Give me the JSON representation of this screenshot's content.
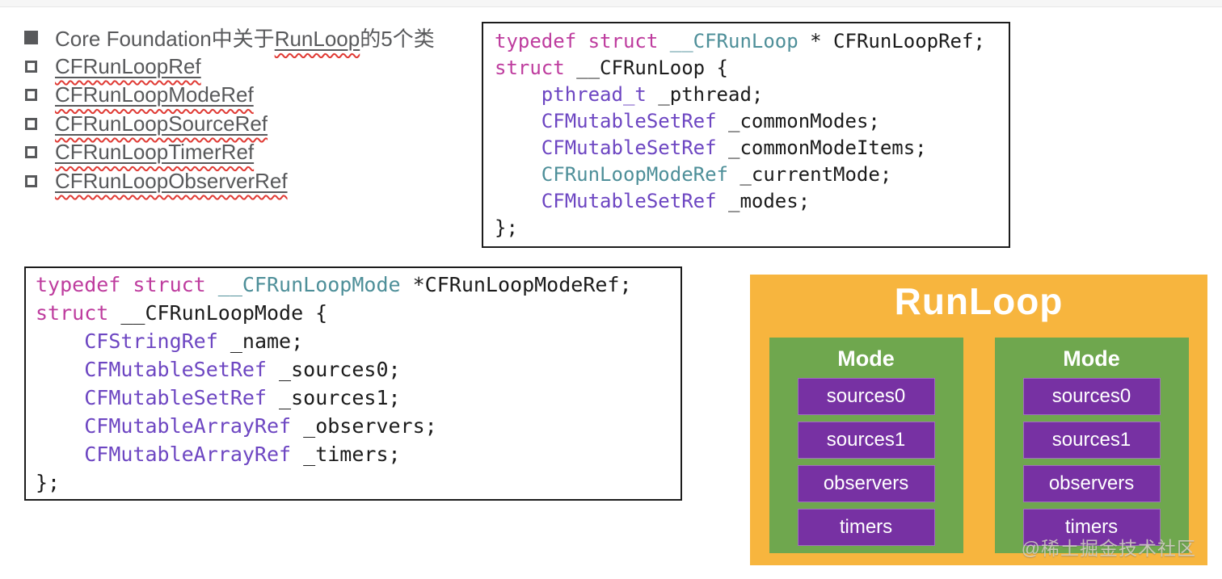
{
  "colors": {
    "text_gray": "#58595B",
    "underline_red": "#E03A34",
    "code_keyword_magenta": "#BE3C9E",
    "code_type_teal": "#4E8F99",
    "code_type_purple": "#6D46C2",
    "code_plain": "#1B1B1B",
    "diagram_orange": "#F7B53E",
    "diagram_green": "#6FA74E",
    "diagram_purple": "#7731A3",
    "diagram_text": "#FFFFFF",
    "watermark_gray": "rgba(214,209,200,0.85)"
  },
  "bullet_list": {
    "title": {
      "segments": [
        {
          "text": "Core Foundation中关于",
          "style": "plain"
        },
        {
          "text": "RunLoop",
          "style": "link-misspelled"
        },
        {
          "text": "的5个类",
          "style": "plain"
        }
      ]
    },
    "items": [
      "CFRunLoopRef",
      "CFRunLoopModeRef",
      "CFRunLoopSourceRef",
      "CFRunLoopTimerRef",
      "CFRunLoopObserverRef"
    ]
  },
  "code_blocks": [
    {
      "id": "cfrunloop-struct",
      "lines": [
        [
          {
            "t": "typedef struct ",
            "c": "kw"
          },
          {
            "t": "__CFRunLoop",
            "c": "teal"
          },
          {
            "t": " * CFRunLoopRef;",
            "c": "plain"
          }
        ],
        [
          {
            "t": "struct",
            "c": "kw"
          },
          {
            "t": " __CFRunLoop {",
            "c": "plain"
          }
        ],
        [
          {
            "t": "    ",
            "c": "plain"
          },
          {
            "t": "pthread_t",
            "c": "purple"
          },
          {
            "t": " _pthread;",
            "c": "plain"
          }
        ],
        [
          {
            "t": "    ",
            "c": "plain"
          },
          {
            "t": "CFMutableSetRef",
            "c": "purple"
          },
          {
            "t": " _commonModes;",
            "c": "plain"
          }
        ],
        [
          {
            "t": "    ",
            "c": "plain"
          },
          {
            "t": "CFMutableSetRef",
            "c": "purple"
          },
          {
            "t": " _commonModeItems;",
            "c": "plain"
          }
        ],
        [
          {
            "t": "    ",
            "c": "plain"
          },
          {
            "t": "CFRunLoopModeRef",
            "c": "teal"
          },
          {
            "t": " _currentMode;",
            "c": "plain"
          }
        ],
        [
          {
            "t": "    ",
            "c": "plain"
          },
          {
            "t": "CFMutableSetRef",
            "c": "purple"
          },
          {
            "t": " _modes;",
            "c": "plain"
          }
        ],
        [
          {
            "t": "};",
            "c": "plain"
          }
        ]
      ]
    },
    {
      "id": "cfrunloopmode-struct",
      "lines": [
        [
          {
            "t": "typedef struct ",
            "c": "kw"
          },
          {
            "t": "__CFRunLoopMode",
            "c": "teal"
          },
          {
            "t": " *CFRunLoopModeRef;",
            "c": "plain"
          }
        ],
        [
          {
            "t": "struct",
            "c": "kw"
          },
          {
            "t": " __CFRunLoopMode {",
            "c": "plain"
          }
        ],
        [
          {
            "t": "    ",
            "c": "plain"
          },
          {
            "t": "CFStringRef",
            "c": "purple"
          },
          {
            "t": " _name;",
            "c": "plain"
          }
        ],
        [
          {
            "t": "    ",
            "c": "plain"
          },
          {
            "t": "CFMutableSetRef",
            "c": "purple"
          },
          {
            "t": " _sources0;",
            "c": "plain"
          }
        ],
        [
          {
            "t": "    ",
            "c": "plain"
          },
          {
            "t": "CFMutableSetRef",
            "c": "purple"
          },
          {
            "t": " _sources1;",
            "c": "plain"
          }
        ],
        [
          {
            "t": "    ",
            "c": "plain"
          },
          {
            "t": "CFMutableArrayRef",
            "c": "purple"
          },
          {
            "t": " _observers;",
            "c": "plain"
          }
        ],
        [
          {
            "t": "    ",
            "c": "plain"
          },
          {
            "t": "CFMutableArrayRef",
            "c": "purple"
          },
          {
            "t": " _timers;",
            "c": "plain"
          }
        ],
        [
          {
            "t": "};",
            "c": "plain"
          }
        ]
      ]
    }
  ],
  "diagram": {
    "title": "RunLoop",
    "modes": [
      {
        "label": "Mode",
        "boxes": [
          "sources0",
          "sources1",
          "observers",
          "timers"
        ]
      },
      {
        "label": "Mode",
        "boxes": [
          "sources0",
          "sources1",
          "observers",
          "timers"
        ]
      }
    ],
    "watermark": "@稀土掘金技术社区"
  }
}
